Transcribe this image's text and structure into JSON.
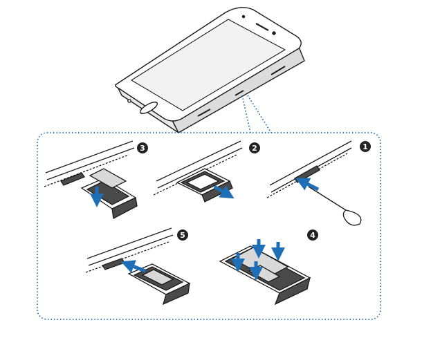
{
  "steps": [
    {
      "number": "1"
    },
    {
      "number": "2"
    },
    {
      "number": "3"
    },
    {
      "number": "4"
    },
    {
      "number": "5"
    }
  ],
  "colors": {
    "line": "#1b1b1b",
    "phone_body": "#ffffff",
    "phone_screen": "#f2f2f2",
    "tray": "#4a4a4a",
    "card": "#d9d9d9",
    "arrow_blue": "#1e6fb5",
    "dotted_border": "#1e6fb5",
    "badge": "#222222"
  },
  "icons": [
    "smartphone-icon",
    "ejection-pin-icon",
    "sim-tray-icon",
    "sim-card-icon",
    "memory-card-icon",
    "arrow-icon"
  ]
}
